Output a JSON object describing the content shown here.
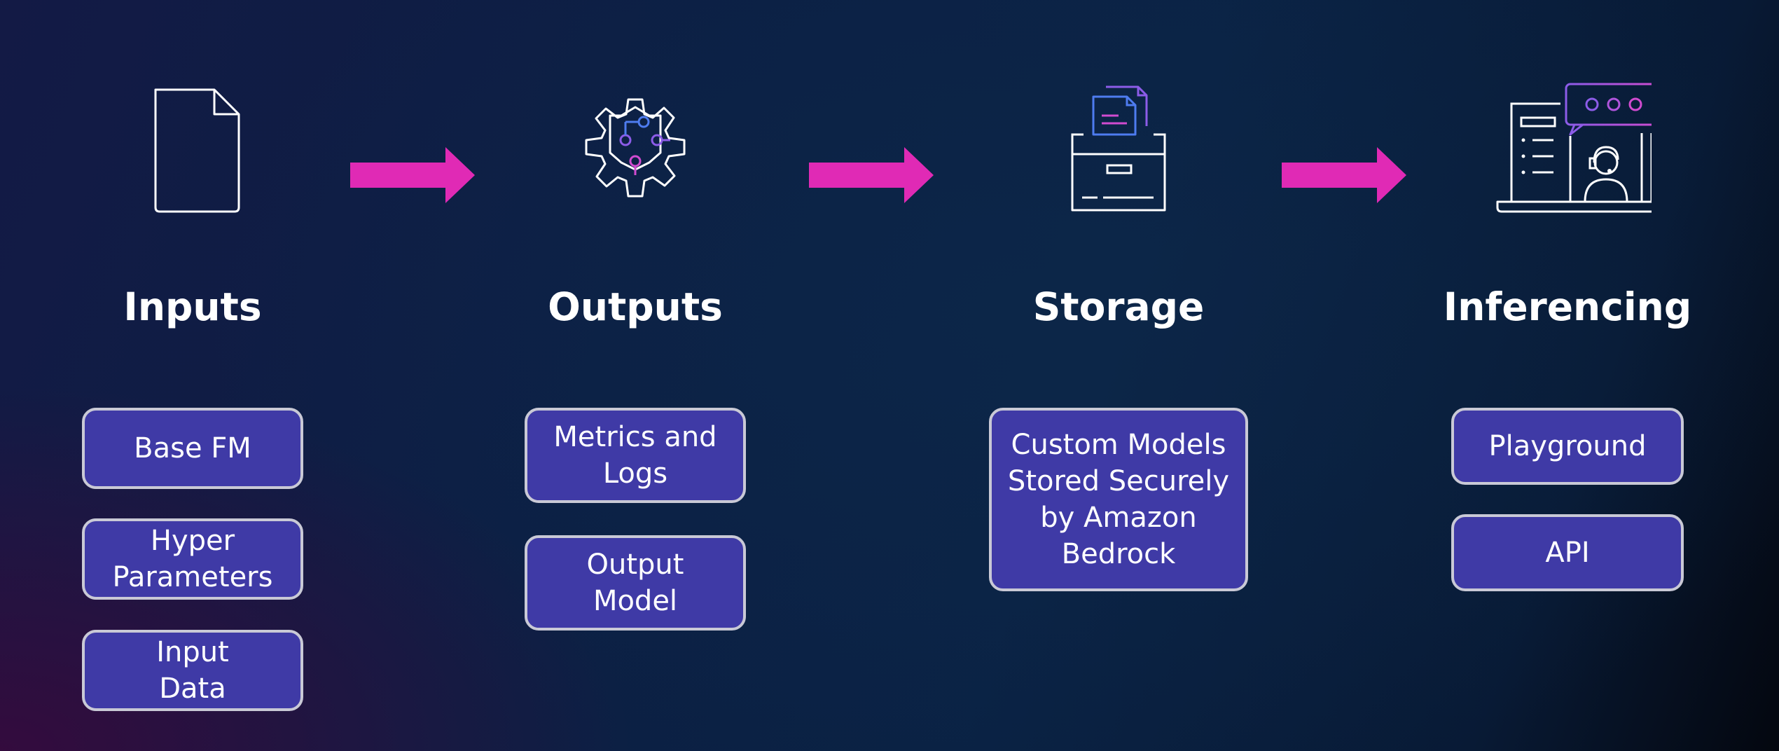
{
  "colors": {
    "accent_arrow": "#e02ab5",
    "box_fill": "#3f3aa6",
    "box_border": "#c9c9d6",
    "icon_stroke": "#ffffff",
    "icon_accent_blue": "#4e7cf0",
    "icon_accent_purple": "#8c5ce8",
    "icon_accent_pink": "#d14bd0"
  },
  "columns": [
    {
      "title": "Inputs",
      "icon": "document-icon",
      "items": [
        "Base FM",
        "Hyper\nParameters",
        "Input\nData"
      ]
    },
    {
      "title": "Outputs",
      "icon": "gear-circuit-icon",
      "items": [
        "Metrics and\nLogs",
        "Output\nModel"
      ]
    },
    {
      "title": "Storage",
      "icon": "archive-box-icon",
      "items": [
        "Custom Models\nStored Securely\nby Amazon\nBedrock"
      ]
    },
    {
      "title": "Inferencing",
      "icon": "chat-laptop-icon",
      "items": [
        "Playground",
        "API"
      ]
    }
  ],
  "arrows": [
    "right-arrow",
    "right-arrow",
    "right-arrow"
  ]
}
